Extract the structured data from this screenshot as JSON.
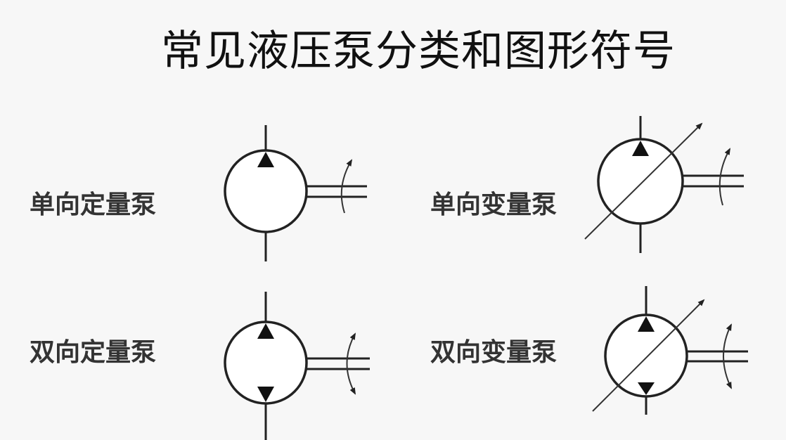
{
  "title": "常见液压泵分类和图形符号",
  "pumps": [
    {
      "label": "单向定量泵",
      "variable": false,
      "bidirectional": false
    },
    {
      "label": "单向变量泵",
      "variable": true,
      "bidirectional": false
    },
    {
      "label": "双向定量泵",
      "variable": false,
      "bidirectional": true
    },
    {
      "label": "双向变量泵",
      "variable": true,
      "bidirectional": true
    }
  ]
}
